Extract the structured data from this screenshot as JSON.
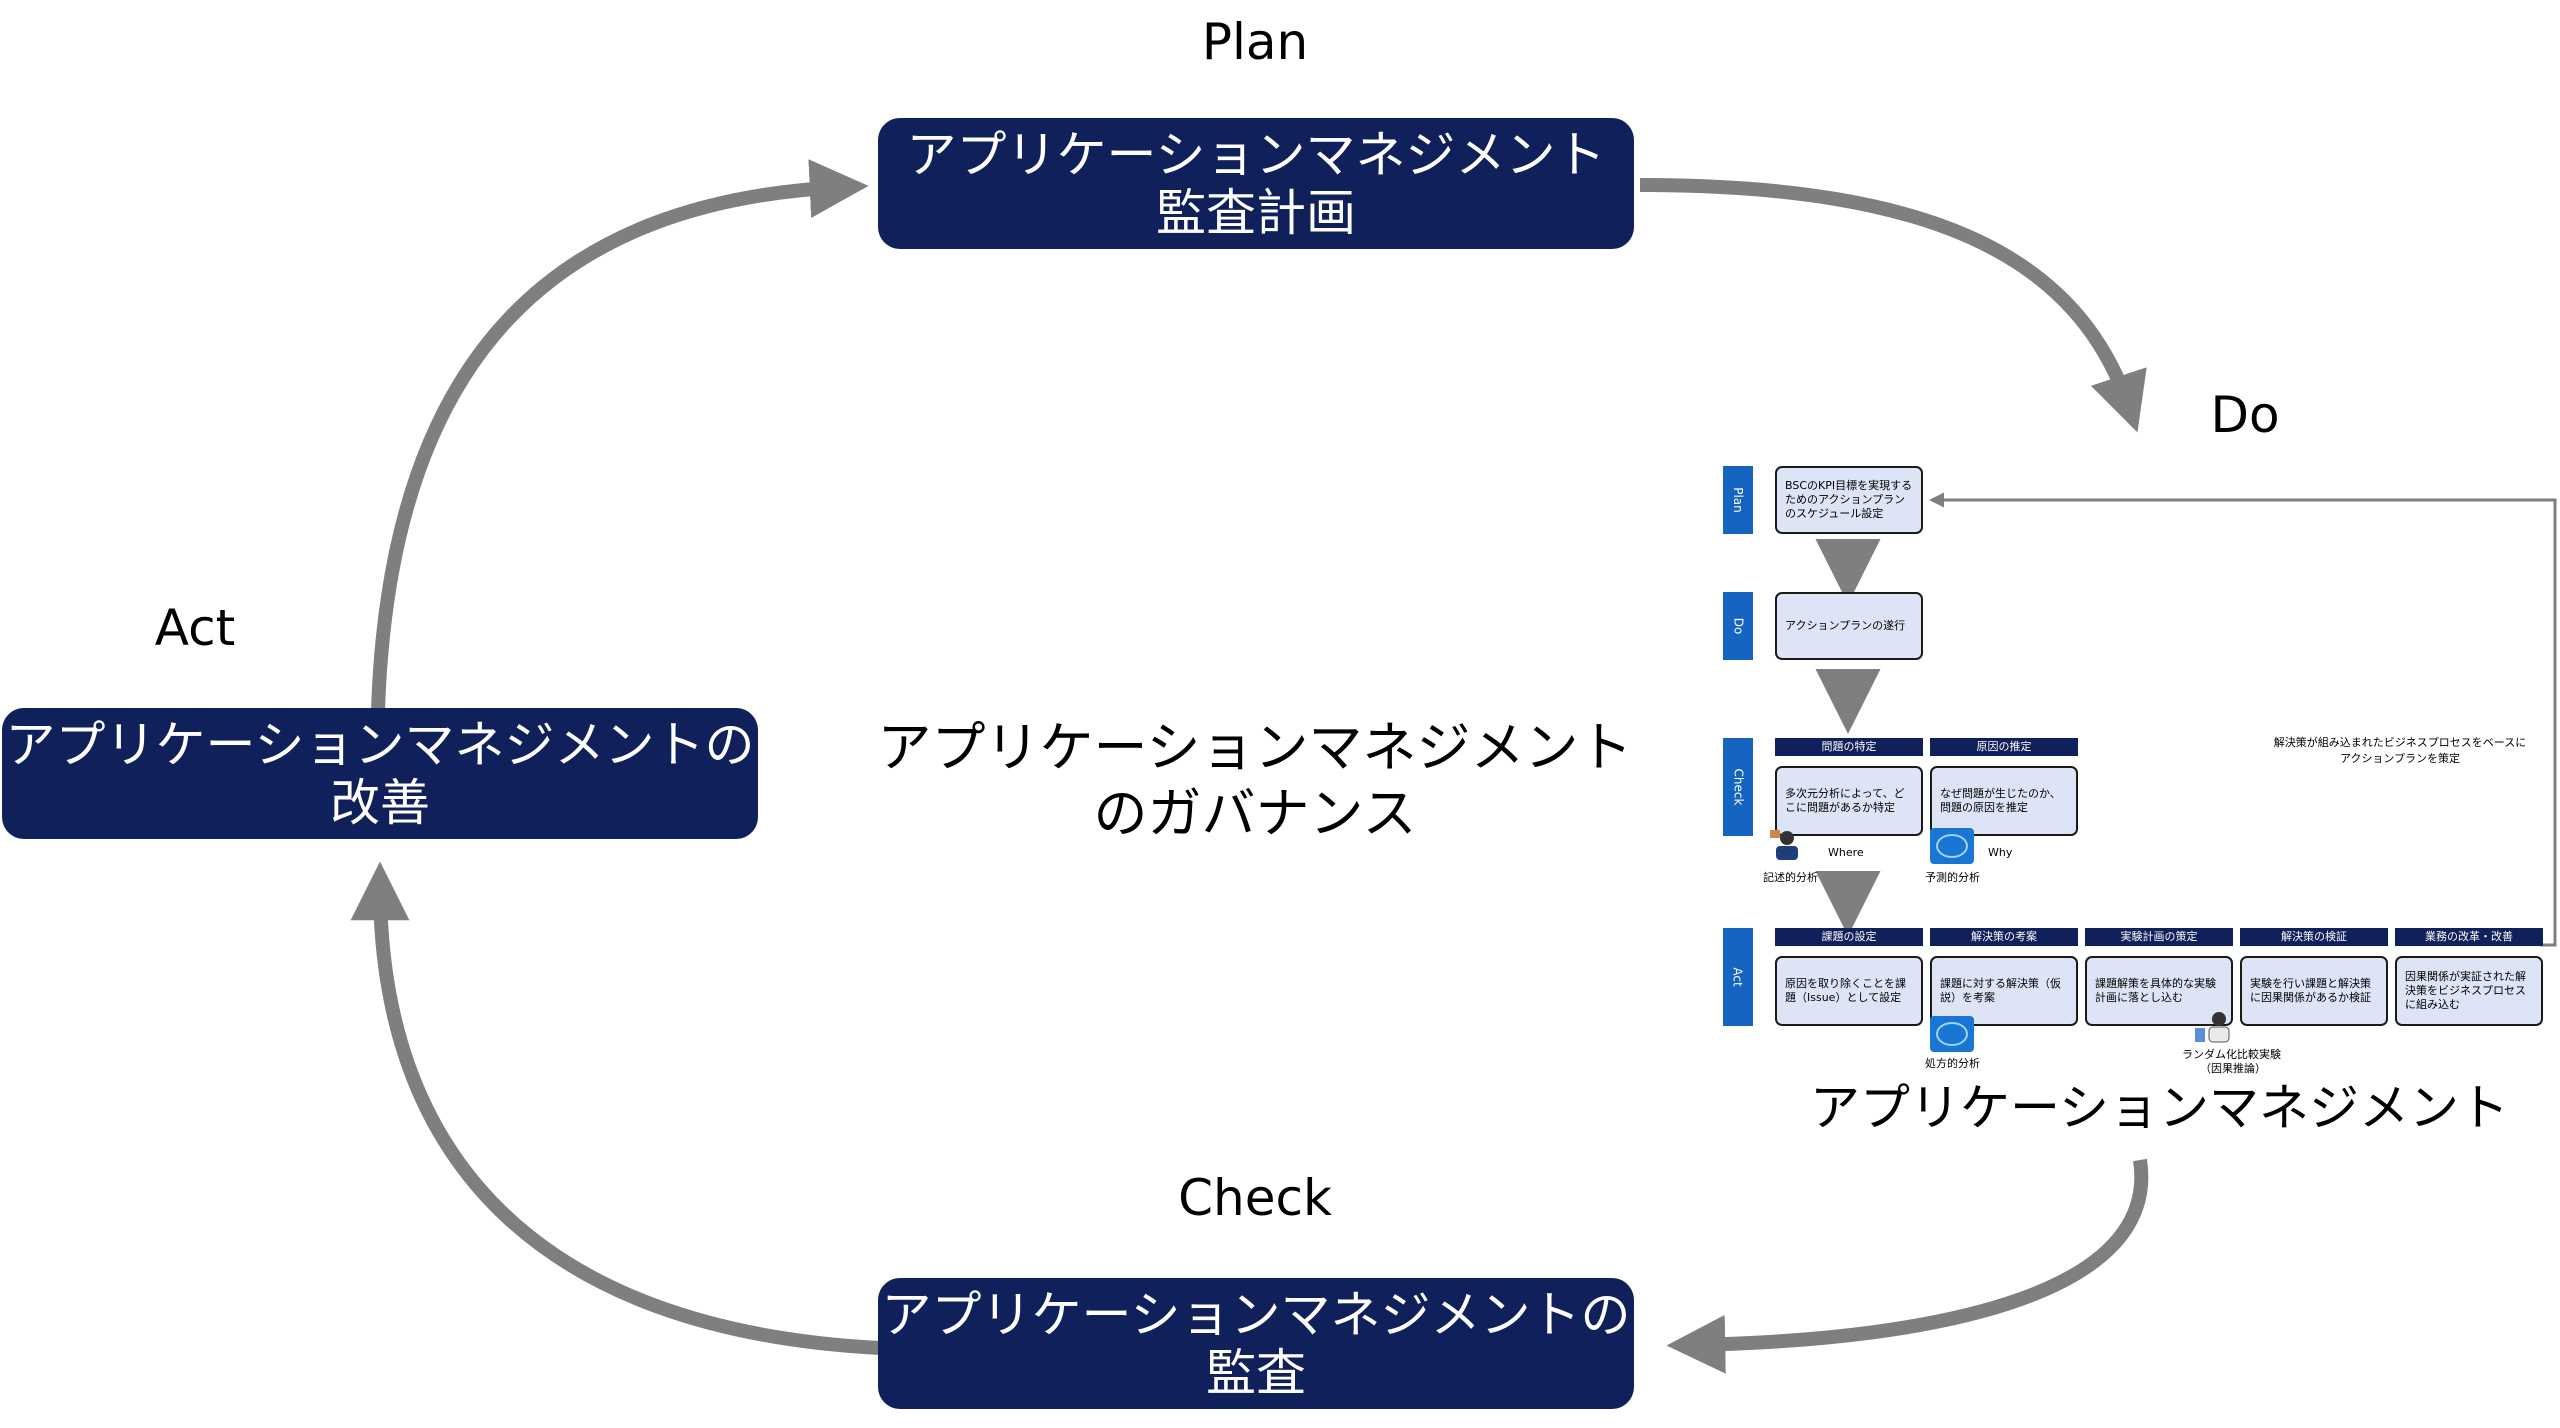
{
  "labels": {
    "plan": "Plan",
    "do": "Do",
    "check": "Check",
    "act": "Act"
  },
  "boxes": {
    "plan_line1": "アプリケーションマネジメント",
    "plan_line2": "監査計画",
    "check_line1": "アプリケーションマネジメントの",
    "check_line2": "監査",
    "act_line1": "アプリケーションマネジメントの",
    "act_line2": "改善"
  },
  "center": {
    "line1": "アプリケーションマネジメント",
    "line2": "のガバナンス"
  },
  "mini": {
    "title": "アプリケーションマネジメント",
    "sidebar": {
      "plan": "Plan",
      "do": "Do",
      "check": "Check",
      "act": "Act"
    },
    "plan_box": "BSCのKPI目標を実現するためのアクションプランのスケジュール設定",
    "do_box": "アクションプランの遂行",
    "check_heads": [
      "問題の特定",
      "原因の推定"
    ],
    "check_boxes": [
      "多次元分析によって、どこに問題があるか特定",
      "なぜ問題が生じたのか、問題の原因を推定"
    ],
    "where": "Where",
    "why": "Why",
    "descriptive": "記述的分析",
    "predictive": "予測的分析",
    "act_heads": [
      "課題の設定",
      "解決策の考案",
      "実験計画の策定",
      "解決策の検証",
      "業務の改革・改善"
    ],
    "act_boxes": [
      "原因を取り除くことを課題（Issue）として設定",
      "課題に対する解決策（仮説）を考案",
      "課題解策を具体的な実験計画に落とし込む",
      "実験を行い課題と解決策に因果関係があるか検証",
      "因果関係が実証された解決策をビジネスプロセスに組み込む"
    ],
    "prescriptive": "処方的分析",
    "rct_line1": "ランダム化比較実験",
    "rct_line2": "（因果推論）",
    "feedback_line1": "解決策が組み込まれたビジネスプロセスをベースに",
    "feedback_line2": "アクションプランを策定"
  },
  "colors": {
    "navy": "#10205a",
    "arrow": "#7f7f7f",
    "blue": "#1565c0",
    "light_box": "#dde4f5"
  }
}
